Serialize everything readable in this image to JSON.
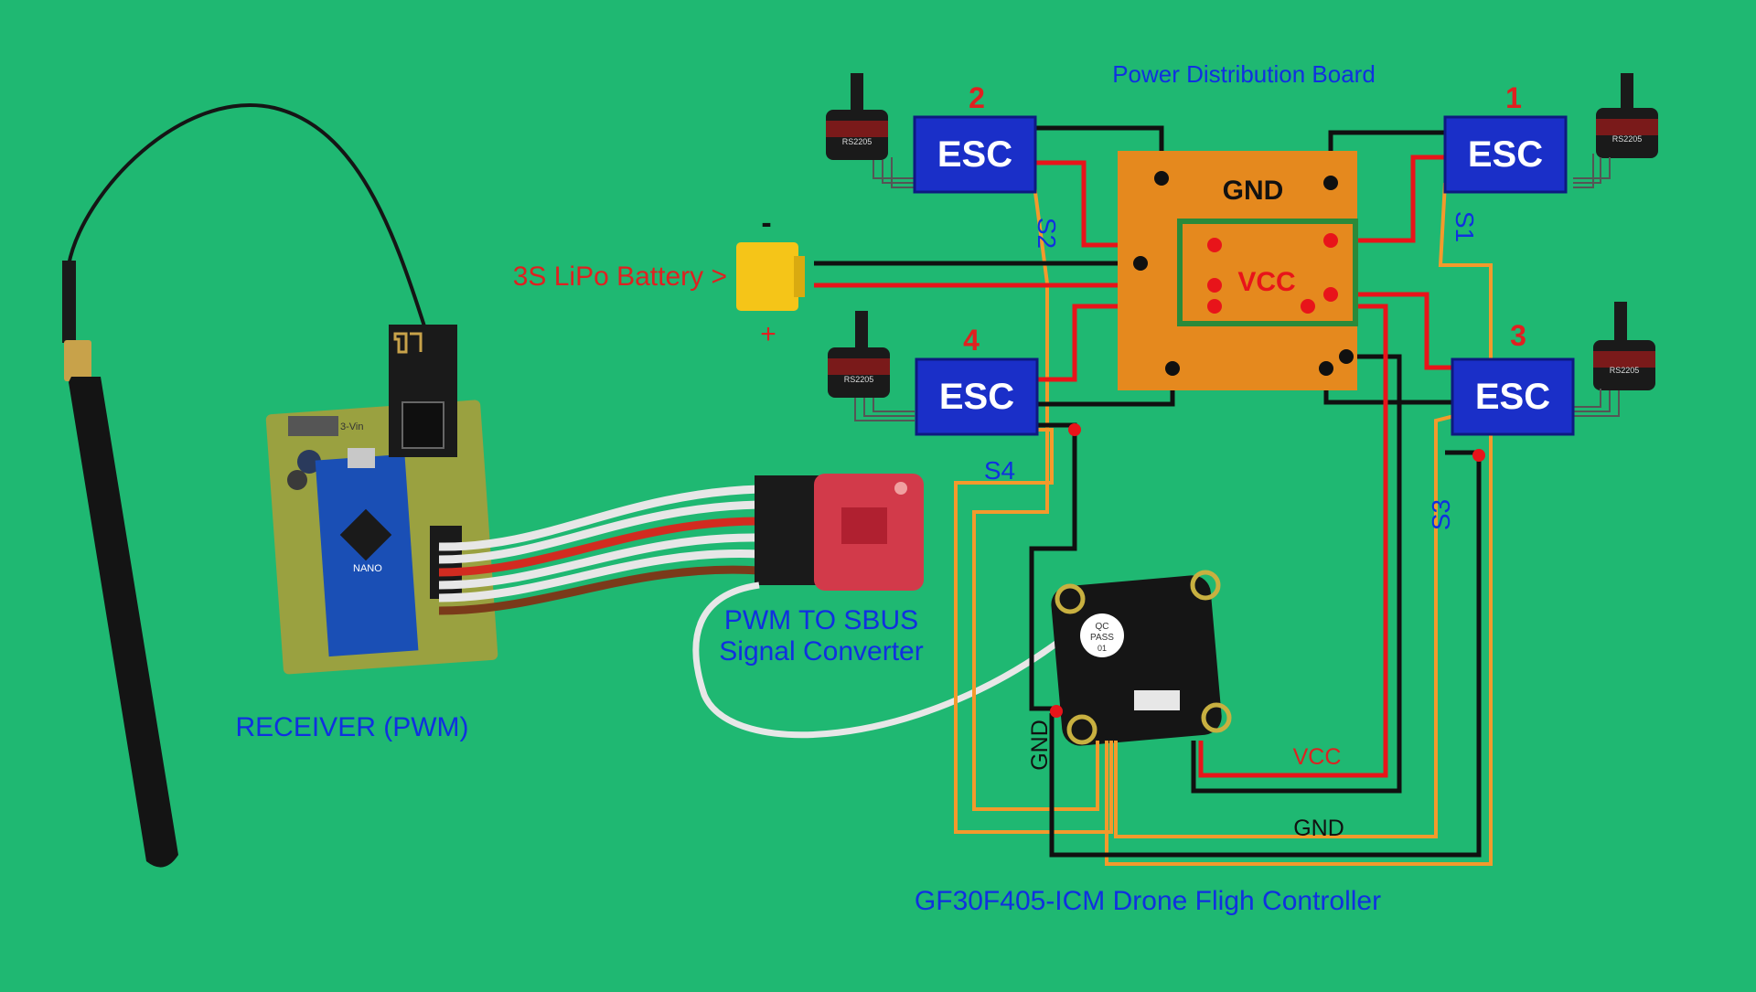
{
  "labels": {
    "pdb_title": "Power Distribution Board",
    "gnd": "GND",
    "vcc": "VCC",
    "battery": "3S LiPo Battery >",
    "minus": "-",
    "plus": "+",
    "receiver": "RECEIVER (PWM)",
    "converter_line1": "PWM TO SBUS",
    "converter_line2": "Signal Converter",
    "fc_title": "GF30F405-ICM Drone Fligh Controller",
    "fc_vcc": "VCC",
    "fc_gnd_bottom": "GND",
    "fc_gnd_left": "GND",
    "s1": "S1",
    "s2": "S2",
    "s3": "S3",
    "s4": "S4"
  },
  "escs": [
    {
      "label": "ESC",
      "number": "1"
    },
    {
      "label": "ESC",
      "number": "2"
    },
    {
      "label": "ESC",
      "number": "3"
    },
    {
      "label": "ESC",
      "number": "4"
    }
  ],
  "motor_text": "RS2205",
  "fc_chip": {
    "line1": "QC",
    "line2": "PASS",
    "line3": "01"
  },
  "board_text": {
    "nano": "NANO",
    "vin": "3-Vin"
  },
  "colors": {
    "background": "#1fb872",
    "esc": "#1a2fc8",
    "pdb": "#e5891e",
    "vcc_wire": "#e8141a",
    "gnd_wire": "#101010",
    "signal_wire": "#f39a2c",
    "label_blue": "#1030e0",
    "label_red": "#e02020"
  }
}
